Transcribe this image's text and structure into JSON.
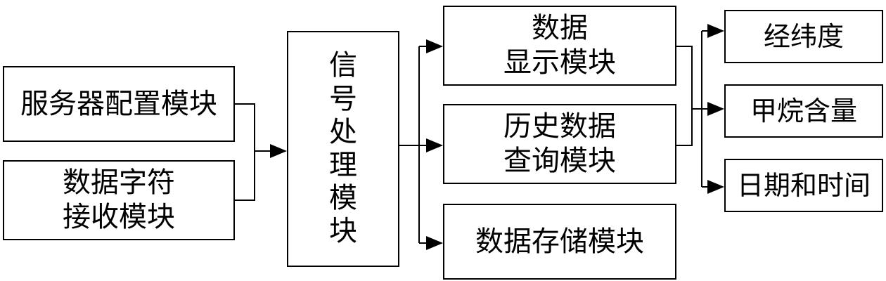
{
  "diagram": {
    "nodes": {
      "server_config": "服务器配置模块",
      "char_receive": "数据字符\n接收模块",
      "signal_processing": "信\n号\n处\n理\n模\n块",
      "data_display": "数据\n显示模块",
      "history_query": "历史数据\n查询模块",
      "data_storage": "数据存储模块",
      "lon_lat": "经纬度",
      "methane": "甲烷含量",
      "datetime": "日期和时间"
    }
  }
}
